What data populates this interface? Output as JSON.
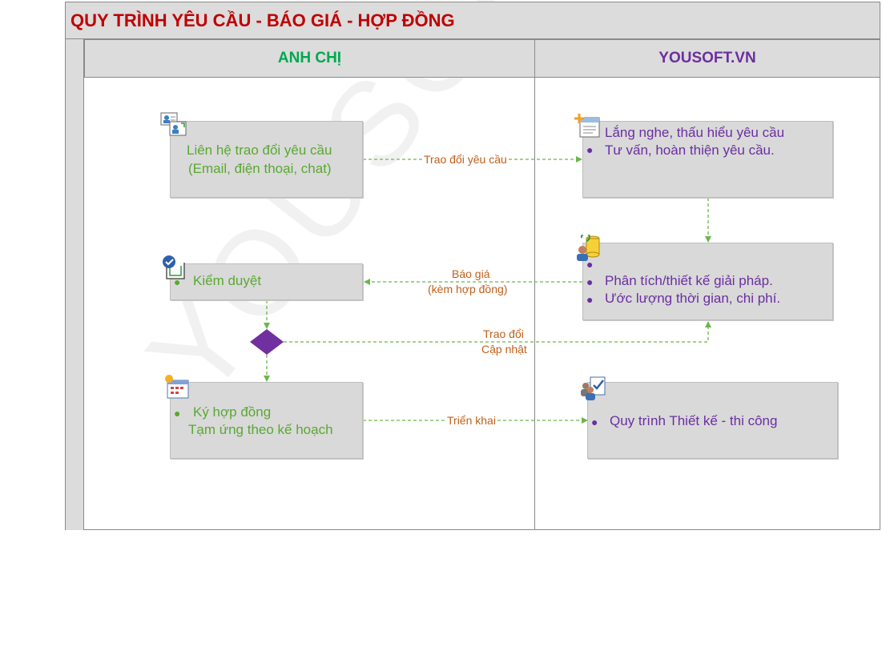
{
  "title": "QUY TRÌNH YÊU CẦU - BÁO GIÁ - HỢP ĐỒNG",
  "lanes": {
    "left": {
      "label": "ANH CHỊ",
      "color": "#00a84f"
    },
    "right": {
      "label": "YOUSOFT.VN",
      "color": "#6b2fa0"
    }
  },
  "watermark": "YOUSOFT.VN",
  "boxes": {
    "contact": {
      "line1": "Liên hệ trao đổi yêu cầu",
      "line2": "(Email, điện thoại, chat)"
    },
    "listen": {
      "line1": "Lắng nghe, thấu hiểu yêu cầu",
      "line2": "Tư vấn, hoàn thiện yêu cầu."
    },
    "review": {
      "line1": "Kiểm duyệt"
    },
    "analyze": {
      "line1": "",
      "line2": "Phân tích/thiết kế giải pháp.",
      "line3": "Ước lượng thời gian, chi phí."
    },
    "contract": {
      "line1": "Ký hợp đồng",
      "line2": "Tạm ứng theo kế hoạch"
    },
    "process": {
      "line1": "Quy trình Thiết kế - thi công"
    }
  },
  "edges": {
    "exchange": "Trao đổi yêu cầu",
    "quote_line1": "Báo giá",
    "quote_line2": "(kèm hợp đồng)",
    "update_line1": "Trao đổi",
    "update_line2": "Cập nhật",
    "deploy": "Triển khai"
  },
  "colors": {
    "title": "#c00000",
    "box_fill": "#d9d9d9",
    "header_fill": "#dcdcdc",
    "arrow": "#6bb64a",
    "decision": "#7030a0",
    "edge_label": "#c0601a",
    "left_text": "#5aa832",
    "right_text": "#6b2fa0"
  },
  "icons": [
    "contacts-icon",
    "new-document-icon",
    "approval-icon",
    "database-user-icon",
    "calendar-icon",
    "users-checklist-icon"
  ]
}
